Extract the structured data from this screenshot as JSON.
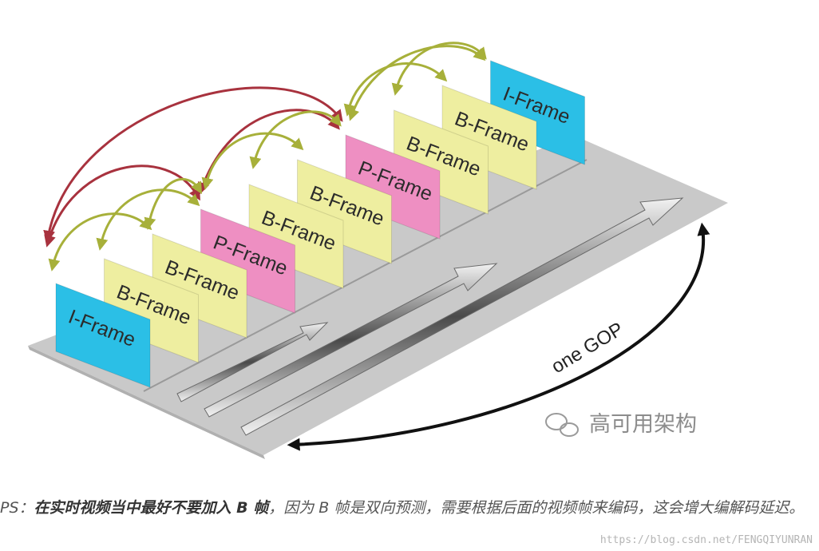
{
  "colors": {
    "i_frame": "#2bbfe6",
    "p_frame": "#ee8fc2",
    "b_frame": "#eeeea0",
    "ref_arrow_long": "#a8323e",
    "ref_arrow_short": "#a7b03a",
    "platform": "#c9c9c9",
    "gop_arrow": "#111111"
  },
  "frames": [
    {
      "label": "I-Frame",
      "type": "I"
    },
    {
      "label": "B-Frame",
      "type": "B"
    },
    {
      "label": "B-Frame",
      "type": "B"
    },
    {
      "label": "P-Frame",
      "type": "P"
    },
    {
      "label": "B-Frame",
      "type": "B"
    },
    {
      "label": "B-Frame",
      "type": "B"
    },
    {
      "label": "P-Frame",
      "type": "P"
    },
    {
      "label": "B-Frame",
      "type": "B"
    },
    {
      "label": "B-Frame",
      "type": "B"
    },
    {
      "label": "I-Frame",
      "type": "I"
    }
  ],
  "gop_label": "one GOP",
  "watermark": "高可用架构",
  "caption": {
    "prefix": "PS：",
    "bold": "在实时视频当中最好不要加入 B 帧",
    "rest": "，因为 B 帧是双向预测，需要根据后面的视频帧来编码，这会增大编解码延迟。"
  },
  "source_url": "https://blog.csdn.net/FENGQIYUNRAN"
}
